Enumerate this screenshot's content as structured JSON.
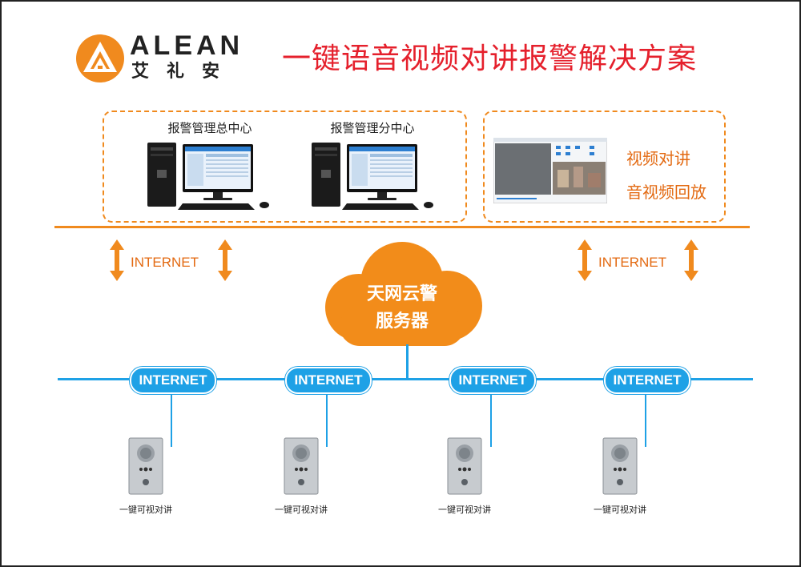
{
  "brand": {
    "name": "ALEAN",
    "subtitle": "艾礼安",
    "logo_color": "#f08a1e"
  },
  "title": "一键语音视频对讲报警解决方案",
  "centers": [
    {
      "label": "报警管理总中心"
    },
    {
      "label": "报警管理分中心"
    }
  ],
  "features": [
    "视频对讲",
    "音视频回放"
  ],
  "internet_label": "INTERNET",
  "cloud": {
    "line1": "天网云警",
    "line2": "服务器",
    "color": "#f28c1a"
  },
  "network_nodes": [
    "INTERNET",
    "INTERNET",
    "INTERNET",
    "INTERNET"
  ],
  "devices": [
    {
      "label": "一键可视对讲"
    },
    {
      "label": "一键可视对讲"
    },
    {
      "label": "一键可视对讲"
    },
    {
      "label": "一键可视对讲"
    }
  ],
  "colors": {
    "accent_orange": "#f08a1e",
    "network_blue": "#1ea1e6",
    "title_red": "#e5202c"
  }
}
